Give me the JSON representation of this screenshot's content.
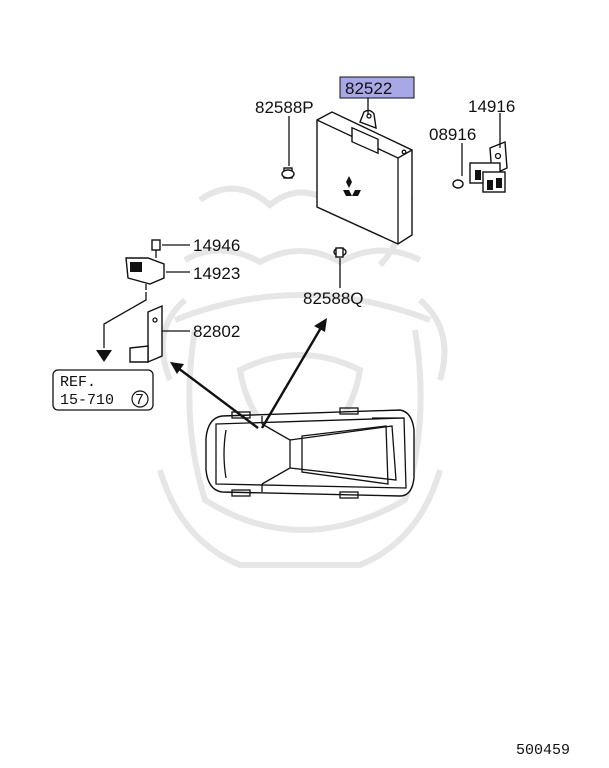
{
  "diagram": {
    "highlight_color": "#a8a8e6",
    "parts": {
      "p82522": "82522",
      "p82588P": "82588P",
      "p14916": "14916",
      "p08916": "08916",
      "p14946": "14946",
      "p14923": "14923",
      "p82588Q": "82588Q",
      "p82802": "82802"
    },
    "reference": {
      "line1": "REF.",
      "line2": "15-710",
      "circled": "7"
    },
    "footer_code": "500459"
  }
}
